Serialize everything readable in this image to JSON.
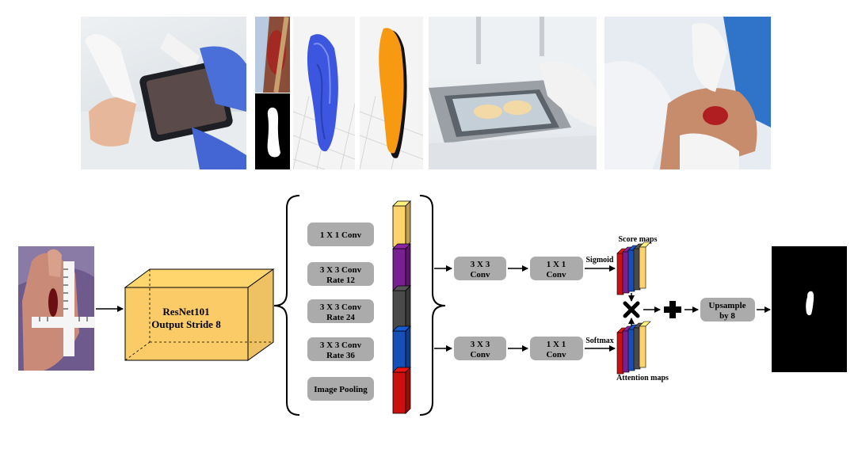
{
  "backbone": {
    "line1": "ResNet101",
    "line2": "Output Stride 8"
  },
  "aspp": [
    {
      "line1": "1 X 1 Conv",
      "line2": "",
      "color": "#ffd36b"
    },
    {
      "line1": "3 X 3 Conv",
      "line2": "Rate 12",
      "color": "#7a1f8f"
    },
    {
      "line1": "3 X 3 Conv",
      "line2": "Rate 24",
      "color": "#4a4a4a"
    },
    {
      "line1": "3 X 3 Conv",
      "line2": "Rate 36",
      "color": "#1550b8"
    },
    {
      "line1": "Image Pooling",
      "line2": "",
      "color": "#cc1010"
    }
  ],
  "top_branch": {
    "conv3": {
      "line1": "3 X 3",
      "line2": "Conv"
    },
    "conv1": {
      "line1": "1 X 1",
      "line2": "Conv"
    },
    "activation": "Sigmoid",
    "maps_label": "Score maps"
  },
  "bottom_branch": {
    "conv3": {
      "line1": "3 X 3",
      "line2": "Conv"
    },
    "conv1": {
      "line1": "1 X 1",
      "line2": "Conv"
    },
    "activation": "Softmax",
    "maps_label": "Attention maps"
  },
  "upsample": {
    "line1": "Upsample",
    "line2": "by 8"
  },
  "colors": {
    "backbone_fill": "#fbcb68",
    "op_box": "#ababab",
    "map_colors": [
      "#cc1010",
      "#7a1f8f",
      "#1550b8",
      "#4a4a4a",
      "#ffd36b"
    ]
  }
}
